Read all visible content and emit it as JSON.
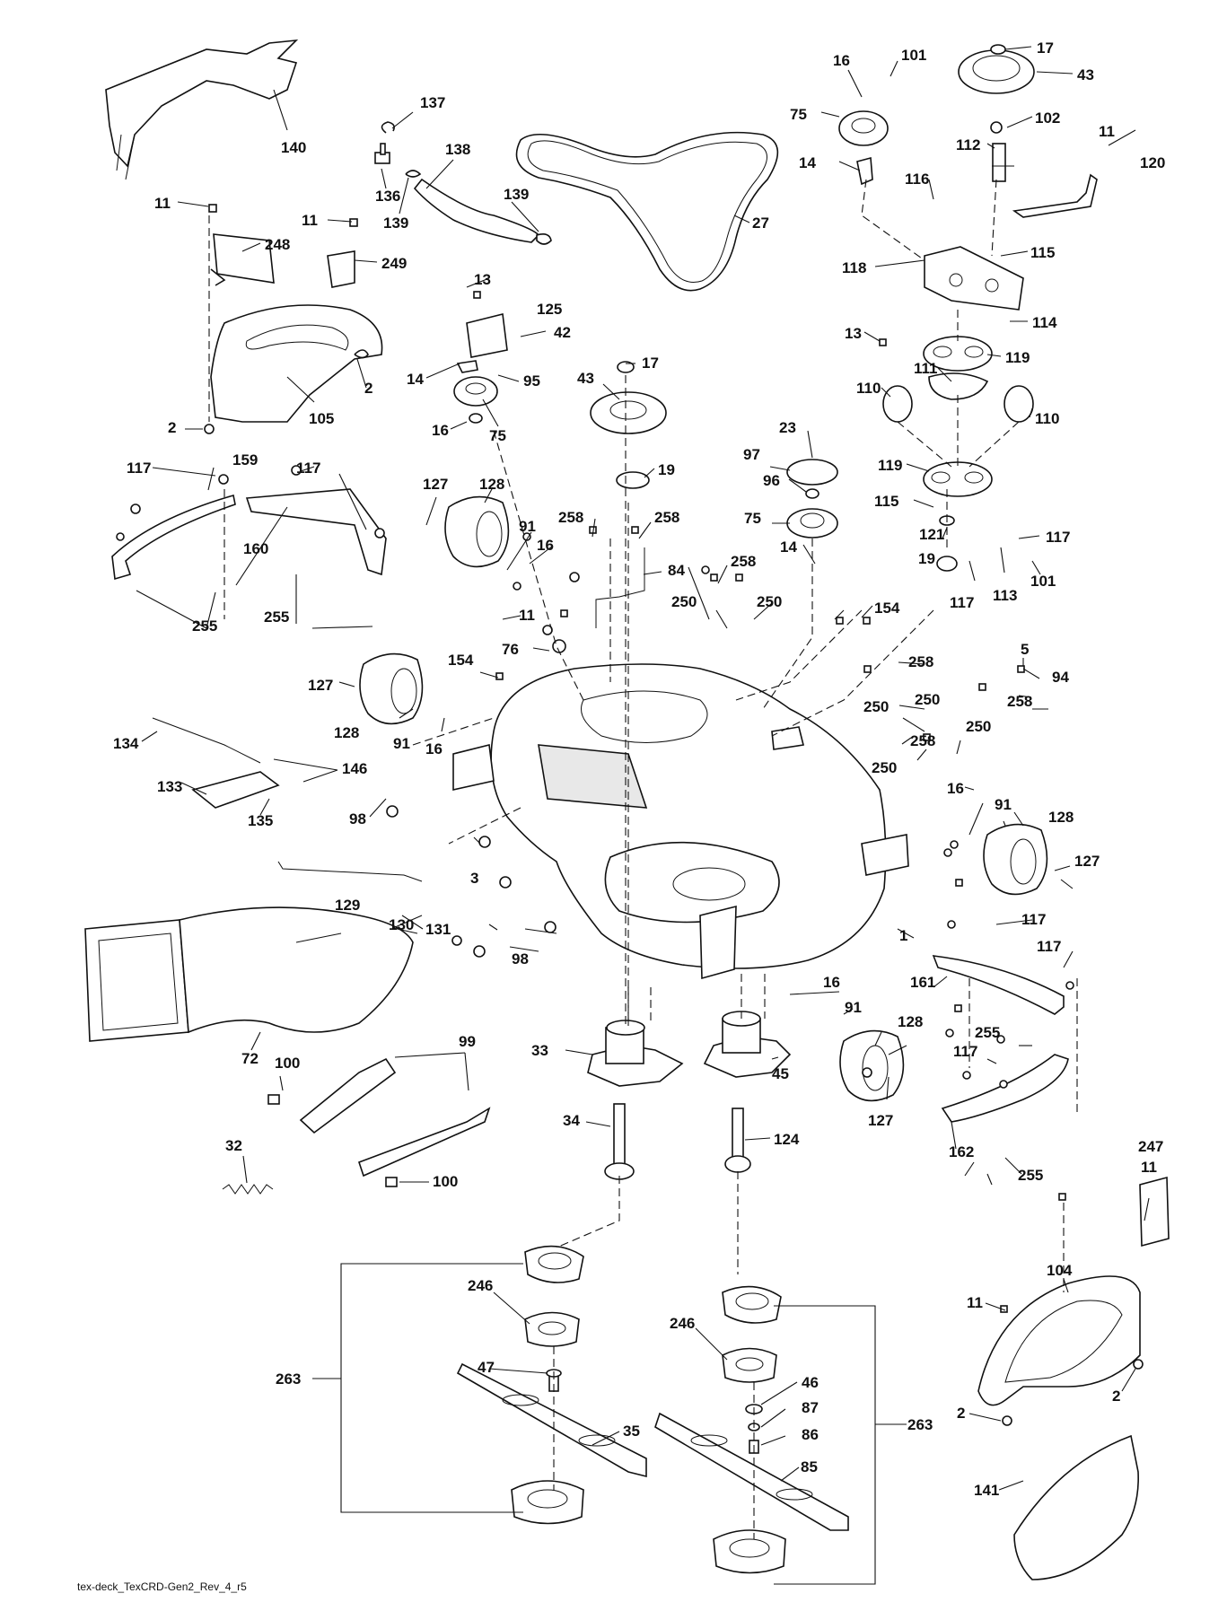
{
  "diagram": {
    "caption": "tex-deck_TexCRD-Gen2_Rev_4_r5",
    "labels": [
      "140",
      "137",
      "136",
      "139",
      "138",
      "139",
      "27",
      "11",
      "248",
      "11",
      "249",
      "105",
      "2",
      "2",
      "16",
      "101",
      "75",
      "14",
      "17",
      "43",
      "102",
      "112",
      "11",
      "116",
      "120",
      "118",
      "115",
      "13",
      "114",
      "13",
      "125",
      "42",
      "14",
      "95",
      "16",
      "75",
      "17",
      "43",
      "19",
      "119",
      "111",
      "110",
      "110",
      "23",
      "97",
      "96",
      "75",
      "119",
      "115",
      "14",
      "121",
      "117",
      "19",
      "101",
      "117",
      "113",
      "117",
      "159",
      "117",
      "160",
      "255",
      "255",
      "127",
      "128",
      "91",
      "16",
      "258",
      "258",
      "84",
      "11",
      "258",
      "250",
      "250",
      "76",
      "154",
      "154",
      "127",
      "128",
      "91",
      "16",
      "134",
      "146",
      "133",
      "135",
      "98",
      "258",
      "250",
      "250",
      "5",
      "258",
      "94",
      "250",
      "258",
      "250",
      "16",
      "91",
      "128",
      "127",
      "3",
      "129",
      "130",
      "131",
      "98",
      "1",
      "117",
      "117",
      "161",
      "72",
      "100",
      "99",
      "33",
      "16",
      "91",
      "128",
      "45",
      "255",
      "117",
      "34",
      "124",
      "127",
      "162",
      "32",
      "100",
      "255",
      "11",
      "247",
      "104",
      "246",
      "11",
      "263",
      "47",
      "246",
      "46",
      "2",
      "2",
      "87",
      "35",
      "86",
      "263",
      "85",
      "141"
    ]
  }
}
